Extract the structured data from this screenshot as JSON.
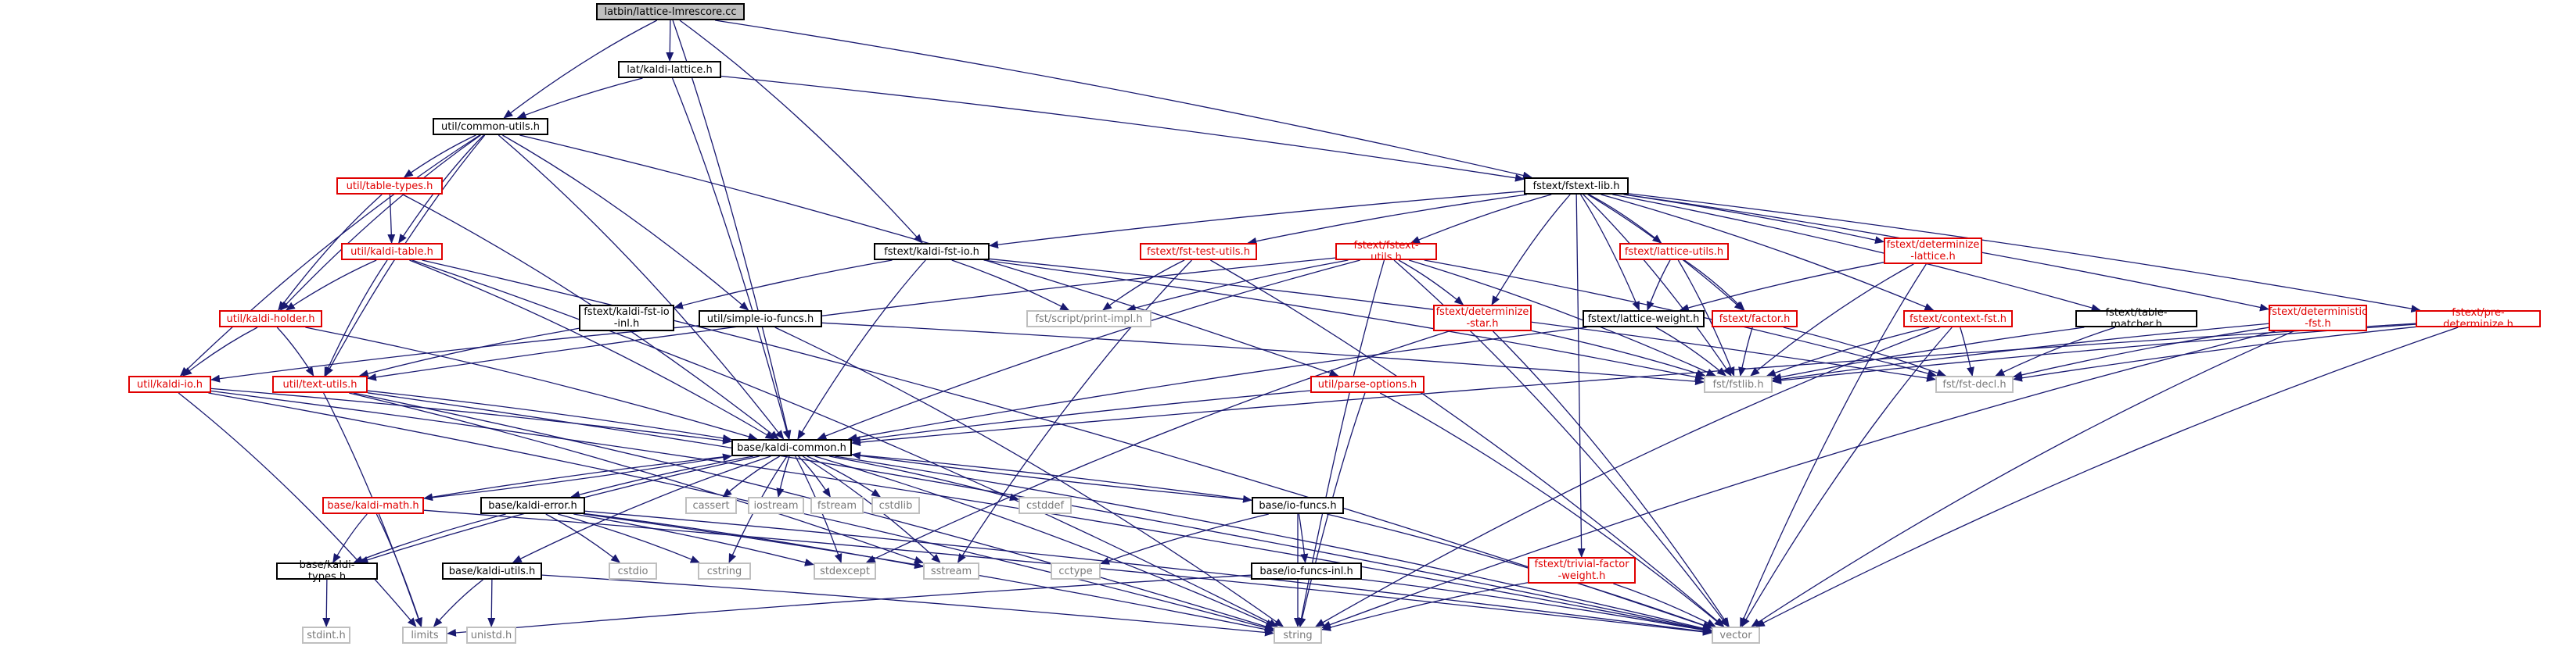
{
  "colors": {
    "edge": "#191970",
    "red": "#e00000",
    "gray": "#bfbfbf",
    "root_fill": "#bfbfbf"
  },
  "nodes": {
    "root": {
      "label": "latbin/lattice-lmrescore.cc",
      "style": "root"
    },
    "lat_kaldi_lattice": {
      "label": "lat/kaldi-lattice.h",
      "style": "black"
    },
    "util_common_utils": {
      "label": "util/common-utils.h",
      "style": "black"
    },
    "fstext_fstext_lib": {
      "label": "fstext/fstext-lib.h",
      "style": "black"
    },
    "util_table_types": {
      "label": "util/table-types.h",
      "style": "red"
    },
    "util_kaldi_table": {
      "label": "util/kaldi-table.h",
      "style": "red"
    },
    "util_kaldi_holder": {
      "label": "util/kaldi-holder.h",
      "style": "red"
    },
    "util_kaldi_io": {
      "label": "util/kaldi-io.h",
      "style": "red"
    },
    "util_text_utils": {
      "label": "util/text-utils.h",
      "style": "red"
    },
    "fstext_kaldi_fst_io": {
      "label": "fstext/kaldi-fst-io.h",
      "style": "black"
    },
    "fstext_kaldi_fst_io_inl": {
      "label": "fstext/kaldi-fst-io\n-inl.h",
      "style": "black"
    },
    "util_simple_io_funcs": {
      "label": "util/simple-io-funcs.h",
      "style": "black"
    },
    "fstext_fst_test_utils": {
      "label": "fstext/fst-test-utils.h",
      "style": "red"
    },
    "fst_script_print_impl": {
      "label": "fst/script/print-impl.h",
      "style": "gray"
    },
    "fstext_fstext_utils": {
      "label": "fstext/fstext-utils.h",
      "style": "red"
    },
    "fstext_determinize_star": {
      "label": "fstext/determinize\n-star.h",
      "style": "red"
    },
    "util_parse_options": {
      "label": "util/parse-options.h",
      "style": "red"
    },
    "fstext_lattice_utils": {
      "label": "fstext/lattice-utils.h",
      "style": "red"
    },
    "fstext_lattice_weight": {
      "label": "fstext/lattice-weight.h",
      "style": "black"
    },
    "fstext_factor": {
      "label": "fstext/factor.h",
      "style": "red"
    },
    "fstext_determinize_lattice": {
      "label": "fstext/determinize\n-lattice.h",
      "style": "red"
    },
    "fstext_context_fst": {
      "label": "fstext/context-fst.h",
      "style": "red"
    },
    "fstext_table_matcher": {
      "label": "fstext/table-matcher.h",
      "style": "black"
    },
    "fstext_deterministic_fst": {
      "label": "fstext/deterministic\n-fst.h",
      "style": "red"
    },
    "fstext_pre_determinize": {
      "label": "fstext/pre-determinize.h",
      "style": "red"
    },
    "fst_fstlib": {
      "label": "fst/fstlib.h",
      "style": "gray"
    },
    "fst_fst_decl": {
      "label": "fst/fst-decl.h",
      "style": "gray"
    },
    "base_kaldi_common": {
      "label": "base/kaldi-common.h",
      "style": "black"
    },
    "base_kaldi_math": {
      "label": "base/kaldi-math.h",
      "style": "red"
    },
    "base_kaldi_error": {
      "label": "base/kaldi-error.h",
      "style": "black"
    },
    "base_kaldi_types": {
      "label": "base/kaldi-types.h",
      "style": "black"
    },
    "base_kaldi_utils": {
      "label": "base/kaldi-utils.h",
      "style": "black"
    },
    "base_io_funcs": {
      "label": "base/io-funcs.h",
      "style": "black"
    },
    "base_io_funcs_inl": {
      "label": "base/io-funcs-inl.h",
      "style": "black"
    },
    "fstext_trivial_factor_weight": {
      "label": "fstext/trivial-factor\n-weight.h",
      "style": "red"
    },
    "cassert": {
      "label": "cassert",
      "style": "gray"
    },
    "iostream": {
      "label": "iostream",
      "style": "gray"
    },
    "fstream": {
      "label": "fstream",
      "style": "gray"
    },
    "cstdlib": {
      "label": "cstdlib",
      "style": "gray"
    },
    "cstddef": {
      "label": "cstddef",
      "style": "gray"
    },
    "cstdio": {
      "label": "cstdio",
      "style": "gray"
    },
    "cstring": {
      "label": "cstring",
      "style": "gray"
    },
    "stdexcept": {
      "label": "stdexcept",
      "style": "gray"
    },
    "sstream": {
      "label": "sstream",
      "style": "gray"
    },
    "cctype": {
      "label": "cctype",
      "style": "gray"
    },
    "stdint": {
      "label": "stdint.h",
      "style": "gray"
    },
    "limits": {
      "label": "limits",
      "style": "gray"
    },
    "unistd": {
      "label": "unistd.h",
      "style": "gray"
    },
    "string": {
      "label": "string",
      "style": "gray"
    },
    "vector": {
      "label": "vector",
      "style": "gray"
    }
  },
  "edges": [
    [
      "root",
      "lat_kaldi_lattice"
    ],
    [
      "root",
      "util_common_utils"
    ],
    [
      "root",
      "fstext_fstext_lib"
    ],
    [
      "root",
      "fstext_kaldi_fst_io"
    ],
    [
      "root",
      "base_kaldi_common"
    ],
    [
      "lat_kaldi_lattice",
      "util_common_utils"
    ],
    [
      "lat_kaldi_lattice",
      "fstext_fstext_lib"
    ],
    [
      "lat_kaldi_lattice",
      "base_kaldi_common"
    ],
    [
      "util_common_utils",
      "util_table_types"
    ],
    [
      "util_common_utils",
      "util_kaldi_table"
    ],
    [
      "util_common_utils",
      "util_kaldi_holder"
    ],
    [
      "util_common_utils",
      "util_kaldi_io"
    ],
    [
      "util_common_utils",
      "util_text_utils"
    ],
    [
      "util_common_utils",
      "util_simple_io_funcs"
    ],
    [
      "util_common_utils",
      "util_parse_options"
    ],
    [
      "util_common_utils",
      "base_kaldi_common"
    ],
    [
      "util_table_types",
      "util_kaldi_table"
    ],
    [
      "util_table_types",
      "util_kaldi_holder"
    ],
    [
      "util_table_types",
      "base_kaldi_common"
    ],
    [
      "util_kaldi_table",
      "util_kaldi_holder"
    ],
    [
      "util_kaldi_table",
      "util_text_utils"
    ],
    [
      "util_kaldi_table",
      "base_kaldi_common"
    ],
    [
      "util_kaldi_table",
      "vector"
    ],
    [
      "util_kaldi_table",
      "string"
    ],
    [
      "util_kaldi_holder",
      "util_kaldi_io"
    ],
    [
      "util_kaldi_holder",
      "util_text_utils"
    ],
    [
      "util_kaldi_holder",
      "base_kaldi_common"
    ],
    [
      "util_kaldi_io",
      "base_kaldi_common"
    ],
    [
      "util_kaldi_io",
      "limits"
    ],
    [
      "util_kaldi_io",
      "vector"
    ],
    [
      "util_kaldi_io",
      "string"
    ],
    [
      "util_text_utils",
      "base_kaldi_common"
    ],
    [
      "util_text_utils",
      "limits"
    ],
    [
      "util_text_utils",
      "string"
    ],
    [
      "util_text_utils",
      "vector"
    ],
    [
      "util_text_utils",
      "sstream"
    ],
    [
      "util_simple_io_funcs",
      "util_kaldi_io"
    ],
    [
      "util_simple_io_funcs",
      "fst_fstlib"
    ],
    [
      "util_simple_io_funcs",
      "string"
    ],
    [
      "util_parse_options",
      "base_kaldi_common"
    ],
    [
      "util_parse_options",
      "string"
    ],
    [
      "util_parse_options",
      "vector"
    ],
    [
      "fstext_fstext_lib",
      "fstext_kaldi_fst_io"
    ],
    [
      "fstext_fstext_lib",
      "fstext_fst_test_utils"
    ],
    [
      "fstext_fstext_lib",
      "fstext_fstext_utils"
    ],
    [
      "fstext_fstext_lib",
      "fstext_determinize_star"
    ],
    [
      "fstext_fstext_lib",
      "fstext_lattice_utils"
    ],
    [
      "fstext_fstext_lib",
      "fstext_lattice_weight"
    ],
    [
      "fstext_fstext_lib",
      "fstext_factor"
    ],
    [
      "fstext_fstext_lib",
      "fstext_determinize_lattice"
    ],
    [
      "fstext_fstext_lib",
      "fstext_context_fst"
    ],
    [
      "fstext_fstext_lib",
      "fstext_table_matcher"
    ],
    [
      "fstext_fstext_lib",
      "fstext_deterministic_fst"
    ],
    [
      "fstext_fstext_lib",
      "fstext_pre_determinize"
    ],
    [
      "fstext_fstext_lib",
      "fst_fstlib"
    ],
    [
      "fstext_fstext_lib",
      "fstext_trivial_factor_weight"
    ],
    [
      "fstext_kaldi_fst_io",
      "fstext_kaldi_fst_io_inl"
    ],
    [
      "fstext_kaldi_fst_io",
      "fst_script_print_impl"
    ],
    [
      "fstext_kaldi_fst_io",
      "fst_fstlib"
    ],
    [
      "fstext_kaldi_fst_io",
      "base_kaldi_common"
    ],
    [
      "fstext_kaldi_fst_io",
      "fst_fst_decl"
    ],
    [
      "fstext_kaldi_fst_io_inl",
      "util_text_utils"
    ],
    [
      "fstext_fst_test_utils",
      "fst_script_print_impl"
    ],
    [
      "fstext_fst_test_utils",
      "sstream"
    ],
    [
      "fstext_fst_test_utils",
      "vector"
    ],
    [
      "fstext_fstext_utils",
      "fst_script_print_impl"
    ],
    [
      "fstext_fstext_utils",
      "fstext_determinize_star"
    ],
    [
      "fstext_fstext_utils",
      "fst_fstlib"
    ],
    [
      "fstext_fstext_utils",
      "fst_fst_decl"
    ],
    [
      "fstext_fstext_utils",
      "base_kaldi_common"
    ],
    [
      "fstext_fstext_utils",
      "util_text_utils"
    ],
    [
      "fstext_fstext_utils",
      "string"
    ],
    [
      "fstext_fstext_utils",
      "vector"
    ],
    [
      "fstext_determinize_star",
      "fst_fstlib"
    ],
    [
      "fstext_determinize_star",
      "vector"
    ],
    [
      "fstext_determinize_star",
      "stdexcept"
    ],
    [
      "fstext_lattice_utils",
      "fstext_lattice_weight"
    ],
    [
      "fstext_lattice_utils",
      "fstext_factor"
    ],
    [
      "fstext_lattice_utils",
      "fst_fstlib"
    ],
    [
      "fstext_lattice_weight",
      "fst_fstlib"
    ],
    [
      "fstext_lattice_weight",
      "base_kaldi_common"
    ],
    [
      "fstext_factor",
      "fst_fstlib"
    ],
    [
      "fstext_factor",
      "fst_fst_decl"
    ],
    [
      "fstext_determinize_lattice",
      "fstext_lattice_weight"
    ],
    [
      "fstext_determinize_lattice",
      "fst_fstlib"
    ],
    [
      "fstext_determinize_lattice",
      "vector"
    ],
    [
      "fstext_context_fst",
      "fst_fstlib"
    ],
    [
      "fstext_context_fst",
      "fst_fst_decl"
    ],
    [
      "fstext_context_fst",
      "string"
    ],
    [
      "fstext_context_fst",
      "vector"
    ],
    [
      "fstext_table_matcher",
      "fst_fstlib"
    ],
    [
      "fstext_table_matcher",
      "fst_fst_decl"
    ],
    [
      "fstext_deterministic_fst",
      "fst_fstlib"
    ],
    [
      "fstext_deterministic_fst",
      "fst_fst_decl"
    ],
    [
      "fstext_deterministic_fst",
      "string"
    ],
    [
      "fstext_deterministic_fst",
      "vector"
    ],
    [
      "fstext_pre_determinize",
      "fst_fstlib"
    ],
    [
      "fstext_pre_determinize",
      "fst_fst_decl"
    ],
    [
      "fstext_pre_determinize",
      "base_kaldi_common"
    ],
    [
      "fstext_pre_determinize",
      "vector"
    ],
    [
      "fstext_trivial_factor_weight",
      "vector"
    ],
    [
      "fstext_trivial_factor_weight",
      "string"
    ],
    [
      "base_kaldi_common",
      "cassert"
    ],
    [
      "base_kaldi_common",
      "iostream"
    ],
    [
      "base_kaldi_common",
      "fstream"
    ],
    [
      "base_kaldi_common",
      "cstdlib"
    ],
    [
      "base_kaldi_common",
      "cstddef"
    ],
    [
      "base_kaldi_common",
      "cstring"
    ],
    [
      "base_kaldi_common",
      "sstream"
    ],
    [
      "base_kaldi_common",
      "stdexcept"
    ],
    [
      "base_kaldi_common",
      "string"
    ],
    [
      "base_kaldi_common",
      "vector"
    ],
    [
      "base_kaldi_common",
      "base_kaldi_math"
    ],
    [
      "base_kaldi_common",
      "base_kaldi_error"
    ],
    [
      "base_kaldi_common",
      "base_kaldi_types"
    ],
    [
      "base_kaldi_common",
      "base_io_funcs"
    ],
    [
      "base_kaldi_common",
      "base_kaldi_utils"
    ],
    [
      "base_kaldi_math",
      "base_kaldi_common"
    ],
    [
      "base_kaldi_math",
      "base_kaldi_types"
    ],
    [
      "base_kaldi_math",
      "limits"
    ],
    [
      "base_kaldi_math",
      "vector"
    ],
    [
      "base_kaldi_error",
      "base_kaldi_types"
    ],
    [
      "base_kaldi_error",
      "cstdio"
    ],
    [
      "base_kaldi_error",
      "cstring"
    ],
    [
      "base_kaldi_error",
      "stdexcept"
    ],
    [
      "base_kaldi_error",
      "sstream"
    ],
    [
      "base_kaldi_error",
      "string"
    ],
    [
      "base_kaldi_error",
      "vector"
    ],
    [
      "base_kaldi_types",
      "stdint"
    ],
    [
      "base_kaldi_utils",
      "limits"
    ],
    [
      "base_kaldi_utils",
      "string"
    ],
    [
      "base_kaldi_utils",
      "unistd"
    ],
    [
      "base_io_funcs",
      "base_kaldi_common"
    ],
    [
      "base_io_funcs",
      "base_io_funcs_inl"
    ],
    [
      "base_io_funcs",
      "cctype"
    ],
    [
      "base_io_funcs",
      "string"
    ],
    [
      "base_io_funcs",
      "vector"
    ],
    [
      "base_io_funcs_inl",
      "limits"
    ],
    [
      "base_io_funcs_inl",
      "vector"
    ]
  ]
}
